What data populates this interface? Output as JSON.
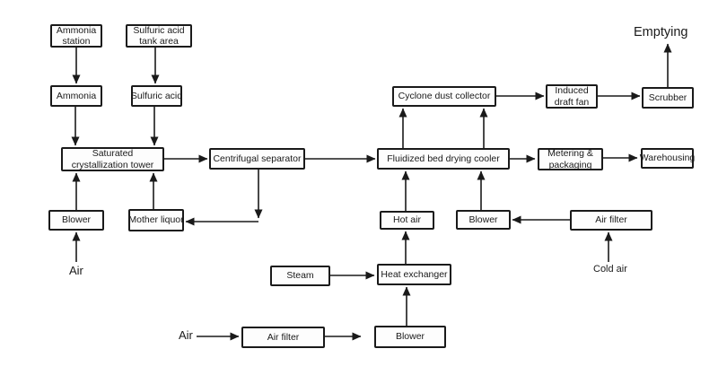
{
  "colors": {
    "line": "#1a1a1a",
    "box_fill": "#fdfdfd",
    "background": "#ffffff"
  },
  "nodes": {
    "ammonia_station": {
      "label": "Ammonia\nstation"
    },
    "sulfuric_acid_tank_area": {
      "label": "Sulfuric acid\ntank area"
    },
    "ammonia": {
      "label": "Ammonia"
    },
    "sulfuric_acid": {
      "label": "Sulfuric acid"
    },
    "saturated_crystallization_tower": {
      "label": "Saturated\ncrystallization tower"
    },
    "blower_left": {
      "label": "Blower"
    },
    "mother_liquor": {
      "label": "Mother liquor"
    },
    "centrifugal_separator": {
      "label": "Centrifugal separator"
    },
    "fluidized_bed_drying_cooler": {
      "label": "Fluidized bed drying cooler"
    },
    "cyclone_dust_collector": {
      "label": "Cyclone dust collector"
    },
    "induced_draft_fan": {
      "label": "Induced\ndraft fan"
    },
    "scrubber": {
      "label": "Scrubber"
    },
    "metering_packaging": {
      "label": "Metering &\npackaging"
    },
    "warehousing": {
      "label": "Warehousing"
    },
    "hot_air": {
      "label": "Hot air"
    },
    "blower_mid": {
      "label": "Blower"
    },
    "air_filter_right": {
      "label": "Air filter"
    },
    "steam": {
      "label": "Steam"
    },
    "heat_exchanger": {
      "label": "Heat exchanger"
    },
    "air_filter_bottom": {
      "label": "Air filter"
    },
    "blower_bottom": {
      "label": "Blower"
    }
  },
  "labels": {
    "emptying": "Emptying",
    "air_left": "Air",
    "air_bottom": "Air",
    "cold_air": "Cold air"
  },
  "edges": [
    {
      "from": "ammonia_station",
      "to": "ammonia"
    },
    {
      "from": "sulfuric_acid_tank_area",
      "to": "sulfuric_acid"
    },
    {
      "from": "ammonia",
      "to": "saturated_crystallization_tower"
    },
    {
      "from": "sulfuric_acid",
      "to": "saturated_crystallization_tower"
    },
    {
      "from": "air_left",
      "to": "blower_left"
    },
    {
      "from": "blower_left",
      "to": "saturated_crystallization_tower"
    },
    {
      "from": "mother_liquor",
      "to": "saturated_crystallization_tower"
    },
    {
      "from": "saturated_crystallization_tower",
      "to": "centrifugal_separator"
    },
    {
      "from": "centrifugal_separator",
      "to": "fluidized_bed_drying_cooler"
    },
    {
      "from": "centrifugal_separator",
      "to": "mother_liquor"
    },
    {
      "from": "fluidized_bed_drying_cooler",
      "to": "cyclone_dust_collector"
    },
    {
      "from": "cyclone_dust_collector",
      "to": "induced_draft_fan"
    },
    {
      "from": "induced_draft_fan",
      "to": "scrubber"
    },
    {
      "from": "scrubber",
      "to": "emptying"
    },
    {
      "from": "fluidized_bed_drying_cooler",
      "to": "metering_packaging"
    },
    {
      "from": "metering_packaging",
      "to": "warehousing"
    },
    {
      "from": "hot_air",
      "to": "fluidized_bed_drying_cooler"
    },
    {
      "from": "blower_mid",
      "to": "fluidized_bed_drying_cooler"
    },
    {
      "from": "air_filter_right",
      "to": "blower_mid"
    },
    {
      "from": "cold_air",
      "to": "air_filter_right"
    },
    {
      "from": "steam",
      "to": "heat_exchanger"
    },
    {
      "from": "heat_exchanger",
      "to": "hot_air"
    },
    {
      "from": "blower_bottom",
      "to": "heat_exchanger"
    },
    {
      "from": "air_bottom",
      "to": "air_filter_bottom"
    },
    {
      "from": "air_filter_bottom",
      "to": "blower_bottom"
    }
  ]
}
